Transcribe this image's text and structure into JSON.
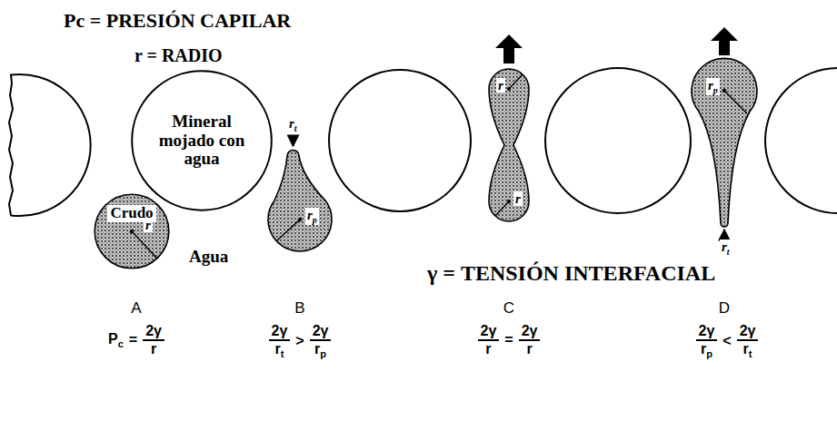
{
  "diagram": {
    "nodes": [
      {
        "text": [
          "Mineral mojado con agua"
        ]
      },
      {
        "text": [
          "Crudo"
        ]
      }
    ],
    "labels": [
      "Pc = PRESIÓN CAPILAR",
      "r = RADIO",
      "Agua",
      "γ = TENSIÓN INTERFACIAL",
      "r",
      "r",
      "t",
      "r",
      "p",
      "r",
      "r",
      "r",
      "p",
      "r",
      "t",
      "A",
      "B",
      "C",
      "D",
      "P",
      "c",
      "=",
      "2γ",
      "r",
      "2γ",
      "r",
      "t",
      ">",
      "2γ",
      "r",
      "p",
      "2γ",
      "r",
      "=",
      "2γ",
      "r",
      "2γ",
      "r",
      "p",
      "<",
      "2γ",
      "r",
      "t"
    ]
  }
}
